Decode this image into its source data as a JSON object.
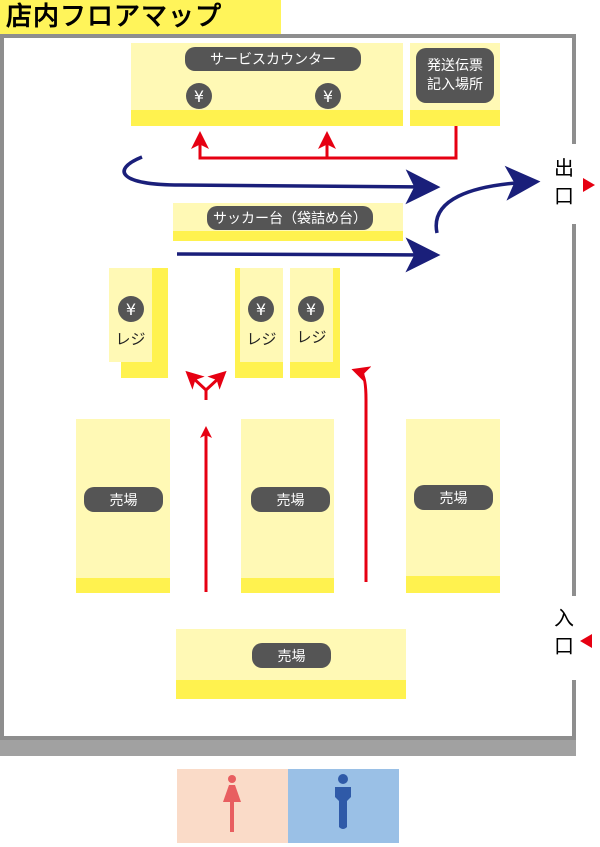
{
  "header": {
    "title": "店内フロアマップ"
  },
  "areas": {
    "service_counter": {
      "label": "サービスカウンター",
      "yen_icons": [
        "¥",
        "¥"
      ]
    },
    "shipping_slip": {
      "label_line1": "発送伝票",
      "label_line2": "記入場所"
    },
    "packing_table": {
      "label": "サッカー台（袋詰め台）"
    },
    "registers": [
      {
        "yen": "¥",
        "label": "レジ"
      },
      {
        "yen": "¥",
        "label": "レジ"
      },
      {
        "yen": "¥",
        "label": "レジ"
      }
    ],
    "sales_floors": [
      {
        "label": "売場"
      },
      {
        "label": "売場"
      },
      {
        "label": "売場"
      },
      {
        "label": "売場"
      }
    ]
  },
  "exits": {
    "exit": {
      "char1": "出",
      "char2": "口"
    },
    "entrance": {
      "char1": "入",
      "char2": "口"
    }
  },
  "restrooms": {
    "women_icon": "female-icon",
    "men_icon": "male-icon"
  },
  "colors": {
    "title_bg": "#fff45a",
    "area_bg": "#fff9b5",
    "area_strip": "#fff24f",
    "pill": "#555555",
    "route_red": "#e60012",
    "route_blue": "#1a1f7a",
    "women_bg": "#fadbc8",
    "men_bg": "#9ac0e6"
  }
}
